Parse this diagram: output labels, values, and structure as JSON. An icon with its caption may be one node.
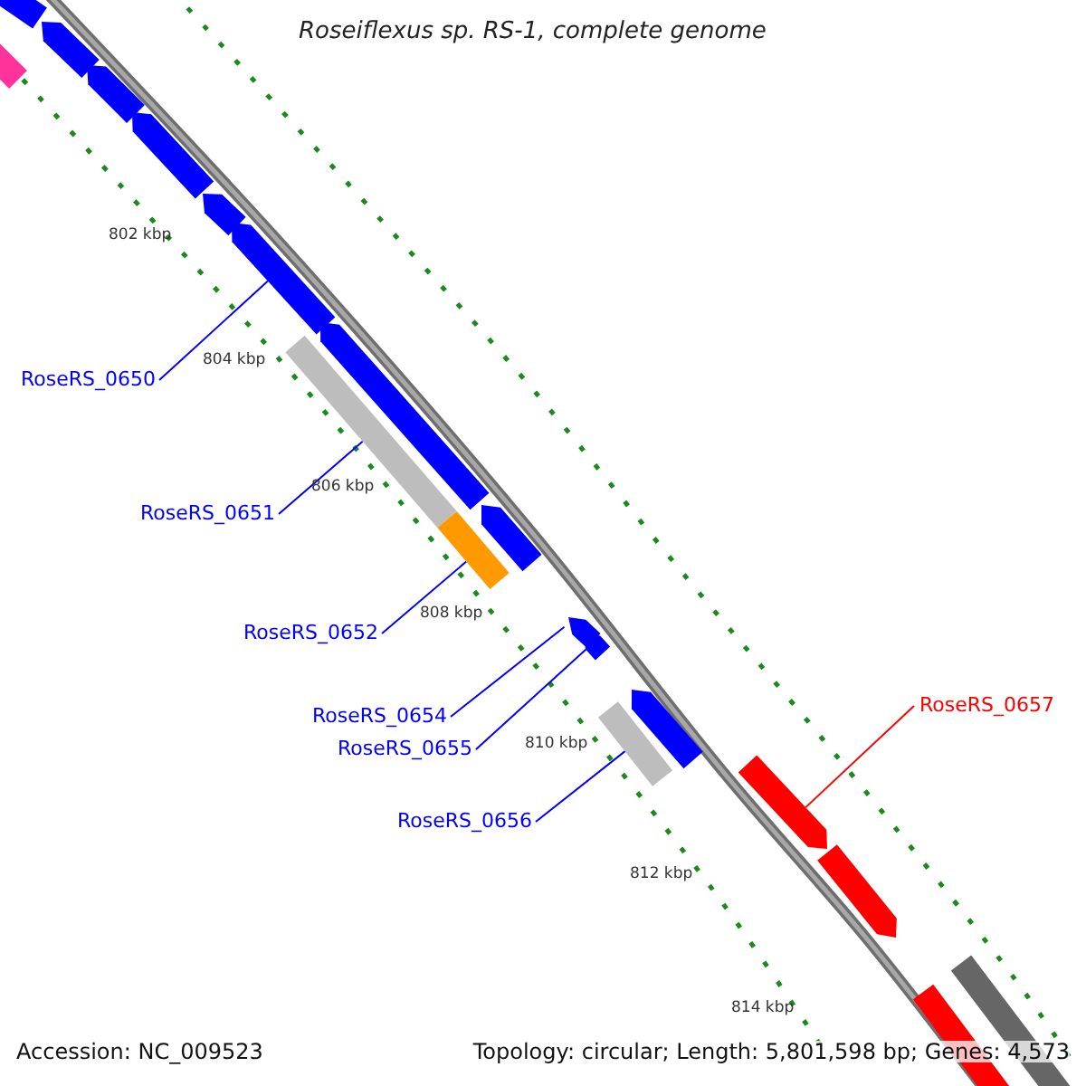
{
  "diagram": {
    "title": "Roseiflexus sp. RS-1, complete genome",
    "nodes": [
      {
        "text": [
          "RoseRS_0650"
        ]
      },
      {
        "text": [
          "RoseRS_0651"
        ]
      },
      {
        "text": [
          "RoseRS_0652"
        ]
      },
      {
        "text": [
          "RoseRS_0654"
        ]
      },
      {
        "text": [
          "RoseRS_0655"
        ]
      },
      {
        "text": [
          "RoseRS_0656"
        ]
      },
      {
        "text": [
          "RoseRS_0657"
        ]
      },
      {
        "text": [],
        "shape": "arrow"
      },
      {
        "text": [],
        "shape": "arrow"
      },
      {
        "text": [],
        "shape": "arrow"
      },
      {
        "text": [],
        "shape": "arrow"
      },
      {
        "text": [],
        "shape": "arrow"
      },
      {
        "text": [],
        "shape": "arrow"
      },
      {
        "text": [],
        "shape": "arrow"
      },
      {
        "text": [],
        "shape": "arrow"
      },
      {
        "text": [],
        "shape": "bar"
      },
      {
        "text": [],
        "shape": "arrow"
      },
      {
        "text": [],
        "shape": "bar"
      },
      {
        "text": [],
        "shape": "arrow"
      },
      {
        "text": [],
        "shape": "arrow"
      },
      {
        "text": [],
        "shape": "arrow"
      },
      {
        "text": [],
        "shape": "bar"
      },
      {
        "text": [],
        "shape": "arrow"
      },
      {
        "text": [],
        "shape": "arrow"
      },
      {
        "text": [],
        "shape": "bar"
      },
      {
        "text": [],
        "shape": "arrow"
      }
    ],
    "edges": [
      {
        "from": 0,
        "to": 13,
        "arrow": "none"
      },
      {
        "from": 1,
        "to": 15,
        "arrow": "none"
      },
      {
        "from": 2,
        "to": 17,
        "arrow": "none"
      },
      {
        "from": 3,
        "to": 18,
        "arrow": "none"
      },
      {
        "from": 4,
        "to": 19,
        "arrow": "none"
      },
      {
        "from": 5,
        "to": 21,
        "arrow": "none"
      },
      {
        "from": 6,
        "to": 22,
        "arrow": "none",
        "color": "#ff0000"
      }
    ],
    "labels": [
      "802 kbp",
      "804 kbp",
      "806 kbp",
      "808 kbp",
      "810 kbp",
      "812 kbp",
      "814 kbp",
      "Accession: NC_009523",
      "Topology: circular; Length: 5,801,598 bp; Genes: 4,573"
    ]
  }
}
